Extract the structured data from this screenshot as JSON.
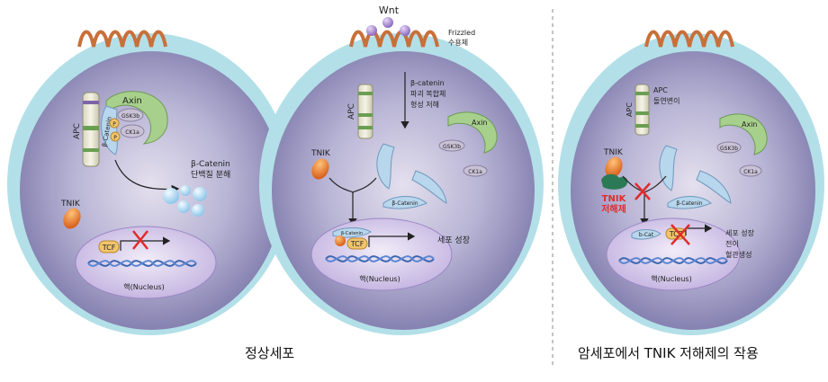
{
  "panels": [
    {
      "id": "normal",
      "labels": {
        "apc": "APC",
        "axin": "Axin",
        "gsk3b": "GSK3b",
        "ck1a": "CK1a",
        "beta_catenin": "β-Catenin",
        "p1": "P",
        "p2": "P",
        "degradation_line1": "β-Catenin",
        "degradation_line2": "단백질 분해",
        "tnik": "TNIK",
        "tcf": "TCF",
        "nucleus": "핵(Nucleus)"
      }
    },
    {
      "id": "wnt",
      "labels": {
        "wnt": "Wnt",
        "frizzled_line1": "Frizzled",
        "frizzled_line2": "수용체",
        "complex_line1": "β-catenin",
        "complex_line2": "파괴 복합체",
        "complex_line3": "형성 저해",
        "apc": "APC",
        "axin": "Axin",
        "gsk3b": "GSK3b",
        "ck1a": "CK1a",
        "tnik": "TNIK",
        "beta_catenin": "β-Catenin",
        "tcf": "TCF",
        "growth": "세포 성장",
        "nucleus": "핵(Nucleus)"
      }
    },
    {
      "id": "cancer",
      "labels": {
        "apc_line1": "APC",
        "apc_line2": "돌연변이",
        "apc": "APC",
        "axin": "Axin",
        "gsk3b": "GSK3b",
        "ck1a": "CK1a",
        "tnik": "TNIK",
        "inhibitor_line1": "TNIK",
        "inhibitor_line2": "저해제",
        "beta_catenin": "β-Catenin",
        "bcat_short": "b-Cat",
        "tcf": "TCF",
        "growth_line1": "세포 성장",
        "growth_line2": "전이",
        "growth_line3": "혈관생성",
        "nucleus": "핵(Nucleus)"
      }
    }
  ],
  "captions": {
    "normal": "정상세포",
    "cancer": "암세포에서 TNIK 저해제의 작용"
  },
  "colors": {
    "membrane_outer": "#a9dde6",
    "cytoplasm_center": "#ddd8e8",
    "cytoplasm_edge": "#8a86b3",
    "receptor": "#c8703a",
    "axin": "#a8d08d",
    "gsk": "#c9c2d6",
    "beta_catenin": "#b8d6ec",
    "tnik": "#e57c25",
    "wnt": "#9b7fc4",
    "tcf": "#f2c56b",
    "nucleus": "#d5c6ea",
    "dna": "#3b66b0",
    "inhibit": "#e02b2b",
    "inhibitor_text": "#e02b2b"
  }
}
